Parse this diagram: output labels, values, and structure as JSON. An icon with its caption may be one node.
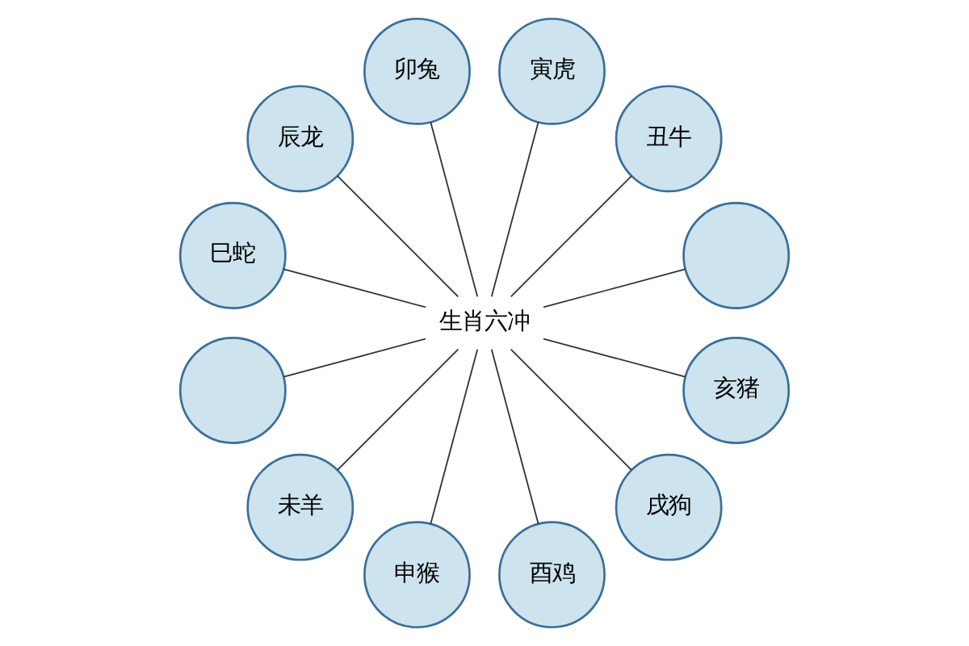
{
  "diagram": {
    "nodes": [
      {
        "text": [
          "生肖六冲"
        ]
      },
      {
        "text": [],
        "shape": "circle"
      },
      {
        "text": [
          "丑牛"
        ]
      },
      {
        "text": [
          "寅虎"
        ]
      },
      {
        "text": [
          "卯兔"
        ]
      },
      {
        "text": [
          "辰龙"
        ]
      },
      {
        "text": [
          "巳蛇"
        ]
      },
      {
        "text": [],
        "shape": "circle"
      },
      {
        "text": [
          "未羊"
        ]
      },
      {
        "text": [
          "申猴"
        ]
      },
      {
        "text": [
          "酉鸡"
        ]
      },
      {
        "text": [
          "戌狗"
        ]
      },
      {
        "text": [
          "亥猪"
        ]
      }
    ],
    "edges": [
      {
        "from": 0,
        "to": 1,
        "arrow": "none"
      },
      {
        "from": 0,
        "to": 2,
        "arrow": "none"
      },
      {
        "from": 0,
        "to": 3,
        "arrow": "none"
      },
      {
        "from": 0,
        "to": 4,
        "arrow": "none"
      },
      {
        "from": 0,
        "to": 5,
        "arrow": "none"
      },
      {
        "from": 0,
        "to": 6,
        "arrow": "none"
      },
      {
        "from": 0,
        "to": 7,
        "arrow": "none"
      },
      {
        "from": 0,
        "to": 8,
        "arrow": "none"
      },
      {
        "from": 0,
        "to": 9,
        "arrow": "none"
      },
      {
        "from": 0,
        "to": 10,
        "arrow": "none"
      },
      {
        "from": 0,
        "to": 11,
        "arrow": "none"
      },
      {
        "from": 0,
        "to": 12,
        "arrow": "none"
      }
    ]
  }
}
